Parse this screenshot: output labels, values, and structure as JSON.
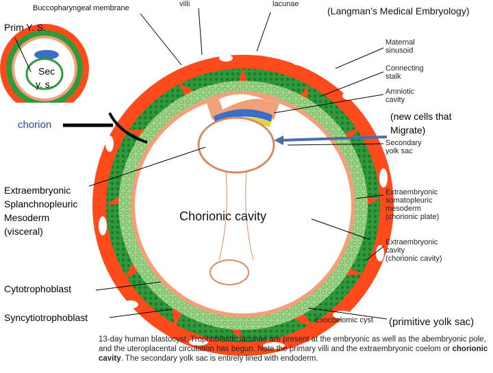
{
  "labels": {
    "top_villi": "villi",
    "top_lacunae": "lacunae",
    "buccopharyngeal": "Buccopharyngeal membrane",
    "source": "(Langman’s Medical Embryology)",
    "prim_ys": "Prim Y. S.",
    "sec_ys_1": "Sec",
    "sec_ys_2": "y. s.",
    "chorion": "chorion",
    "maternal_sinusoid": [
      "Maternal",
      "sinusoid"
    ],
    "connecting_stalk": [
      "Connecting",
      "stalk"
    ],
    "amniotic_cavity": [
      "Amniotic",
      "cavity"
    ],
    "new_cells": [
      "(new cells that",
      "Migrate)"
    ],
    "secondary_yolk_sac": [
      "Secondary",
      "yolk sac"
    ],
    "extraembryonic_splanch": [
      "Extraembryonic",
      "Splanchnopleuric",
      "Mesoderm",
      "(visceral)"
    ],
    "chorionic_cavity": "Chorionic cavity",
    "extraembryonic_somato": [
      "Extraembryonic",
      "somatopleuric",
      "mesoderm",
      "(chorionic plate)"
    ],
    "extraembryonic_cavity": [
      "Extraembryonic",
      "cavity",
      "(chorionic cavity)"
    ],
    "cytotrophoblast": "Cytotrophoblast",
    "syncytiotrophoblast": "Syncytiotrophoblast",
    "exocoelomic_cyst": "Exocoelomic cyst",
    "primitive_yolk_sac": "(primitive yolk sac)"
  },
  "caption": {
    "part1": "13-day human blastocyst. Trophoblastic lacunae are present at the embryonic as well as the abembryonic pole, and the uteroplacental circulation has begun. Note the primary villi and the extraembryonic coelom or ",
    "bold1": "chorionic cavity",
    "part2": ". The secondary yolk sac is entirely lined with endoderm."
  },
  "colors": {
    "syncytiotrophoblast": "#ff4a1c",
    "cytotrophoblast_dark": "#2e9a3c",
    "cytotrophoblast_light": "#7dc86a",
    "mesoderm": "#f2a07a",
    "background": "#ffffff",
    "arrow_blue": "#4b6ea8",
    "amnion_blue": "#3a6fc4"
  }
}
